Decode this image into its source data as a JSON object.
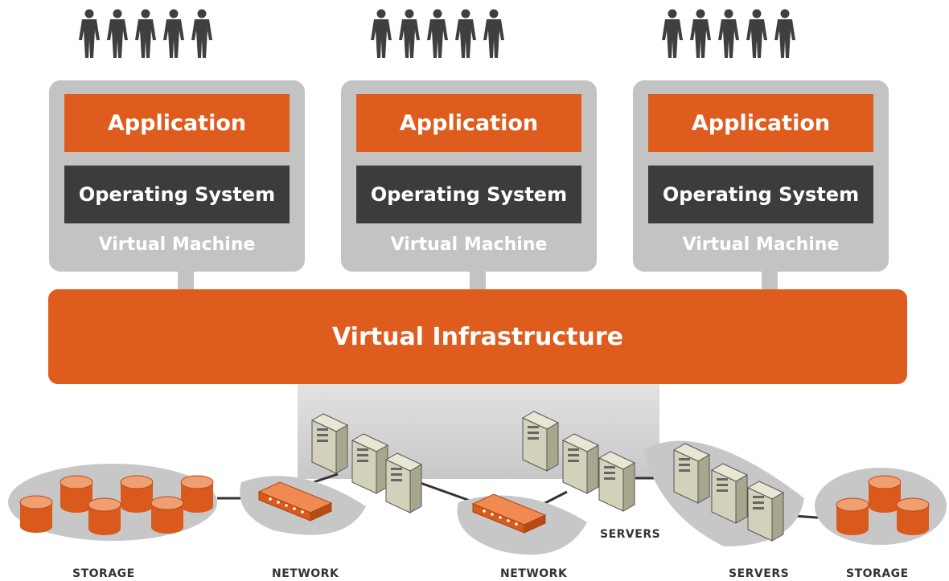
{
  "virtual_machines": [
    {
      "application": "Application",
      "os": "Operating System",
      "label": "Virtual Machine"
    },
    {
      "application": "Application",
      "os": "Operating System",
      "label": "Virtual Machine"
    },
    {
      "application": "Application",
      "os": "Operating System",
      "label": "Virtual Machine"
    }
  ],
  "infrastructure": {
    "label": "Virtual Infrastructure"
  },
  "hardware_labels": {
    "storage_left": "STORAGE",
    "network_left": "NETWORK",
    "network_right": "NETWORK",
    "servers_middle": "SERVERS",
    "servers_right": "SERVERS",
    "storage_right": "STORAGE"
  },
  "colors": {
    "orange": "#de5d1e",
    "dark": "#3c3c3c",
    "gray": "#c3c3c3",
    "person": "#3f3f3f"
  },
  "icons": [
    "person-icon",
    "server-icon",
    "network-switch-icon",
    "storage-disk-icon"
  ]
}
